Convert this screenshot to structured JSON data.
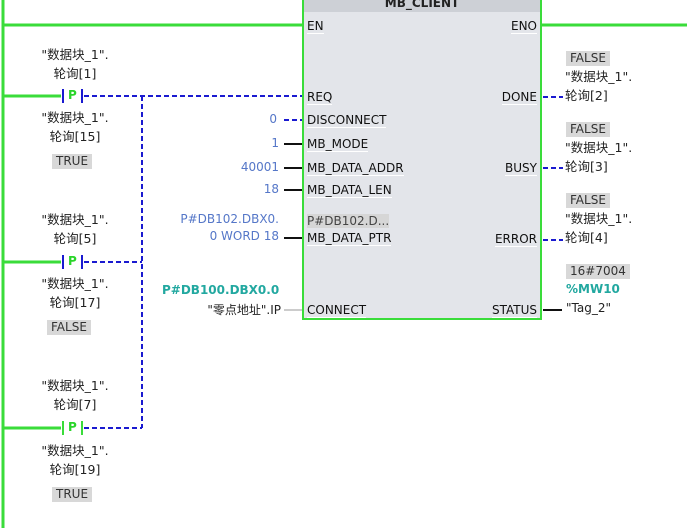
{
  "block": {
    "title": "MB_CLIENT",
    "inputs": [
      "EN",
      "REQ",
      "DISCONNECT",
      "MB_MODE",
      "MB_DATA_ADDR",
      "MB_DATA_LEN",
      "P#DB102.D...",
      "MB_DATA_PTR",
      "CONNECT"
    ],
    "outputs": [
      "ENO",
      "DONE",
      "BUSY",
      "ERROR",
      "STATUS"
    ]
  },
  "contacts": [
    {
      "type": "P",
      "tag": [
        "\"数据块_1\".",
        "轮询[1]"
      ],
      "edge_tag": [
        "\"数据块_1\".",
        "轮询[15]"
      ],
      "edge_value": "TRUE"
    },
    {
      "type": "P",
      "tag": [
        "\"数据块_1\".",
        "轮询[5]"
      ],
      "edge_tag": [
        "\"数据块_1\".",
        "轮询[17]"
      ],
      "edge_value": "FALSE"
    },
    {
      "type": "P",
      "tag": [
        "\"数据块_1\".",
        "轮询[7]"
      ],
      "edge_tag": [
        "\"数据块_1\".",
        "轮询[19]"
      ],
      "edge_value": "TRUE"
    }
  ],
  "params": {
    "disconnect": "0",
    "mb_mode": "1",
    "mb_data_addr": "40001",
    "mb_data_len": "18",
    "mb_data_ptr": [
      "P#DB102.DBX0.",
      "0 WORD 18"
    ],
    "connect_value": "P#DB100.DBX0.0",
    "connect_tag": "\"零点地址\".IP"
  },
  "outputs": {
    "done": {
      "value": "FALSE",
      "tag": [
        "\"数据块_1\".",
        "轮询[2]"
      ]
    },
    "busy": {
      "value": "FALSE",
      "tag": [
        "\"数据块_1\".",
        "轮询[3]"
      ]
    },
    "error": {
      "value": "FALSE",
      "tag": [
        "\"数据块_1\".",
        "轮询[4]"
      ]
    },
    "status": {
      "value": "16#7004",
      "address": "%MW10",
      "tag": "\"Tag_2\""
    }
  },
  "colors": {
    "powerflow": "#3adc3a",
    "dashed": "#1a1ad0"
  }
}
